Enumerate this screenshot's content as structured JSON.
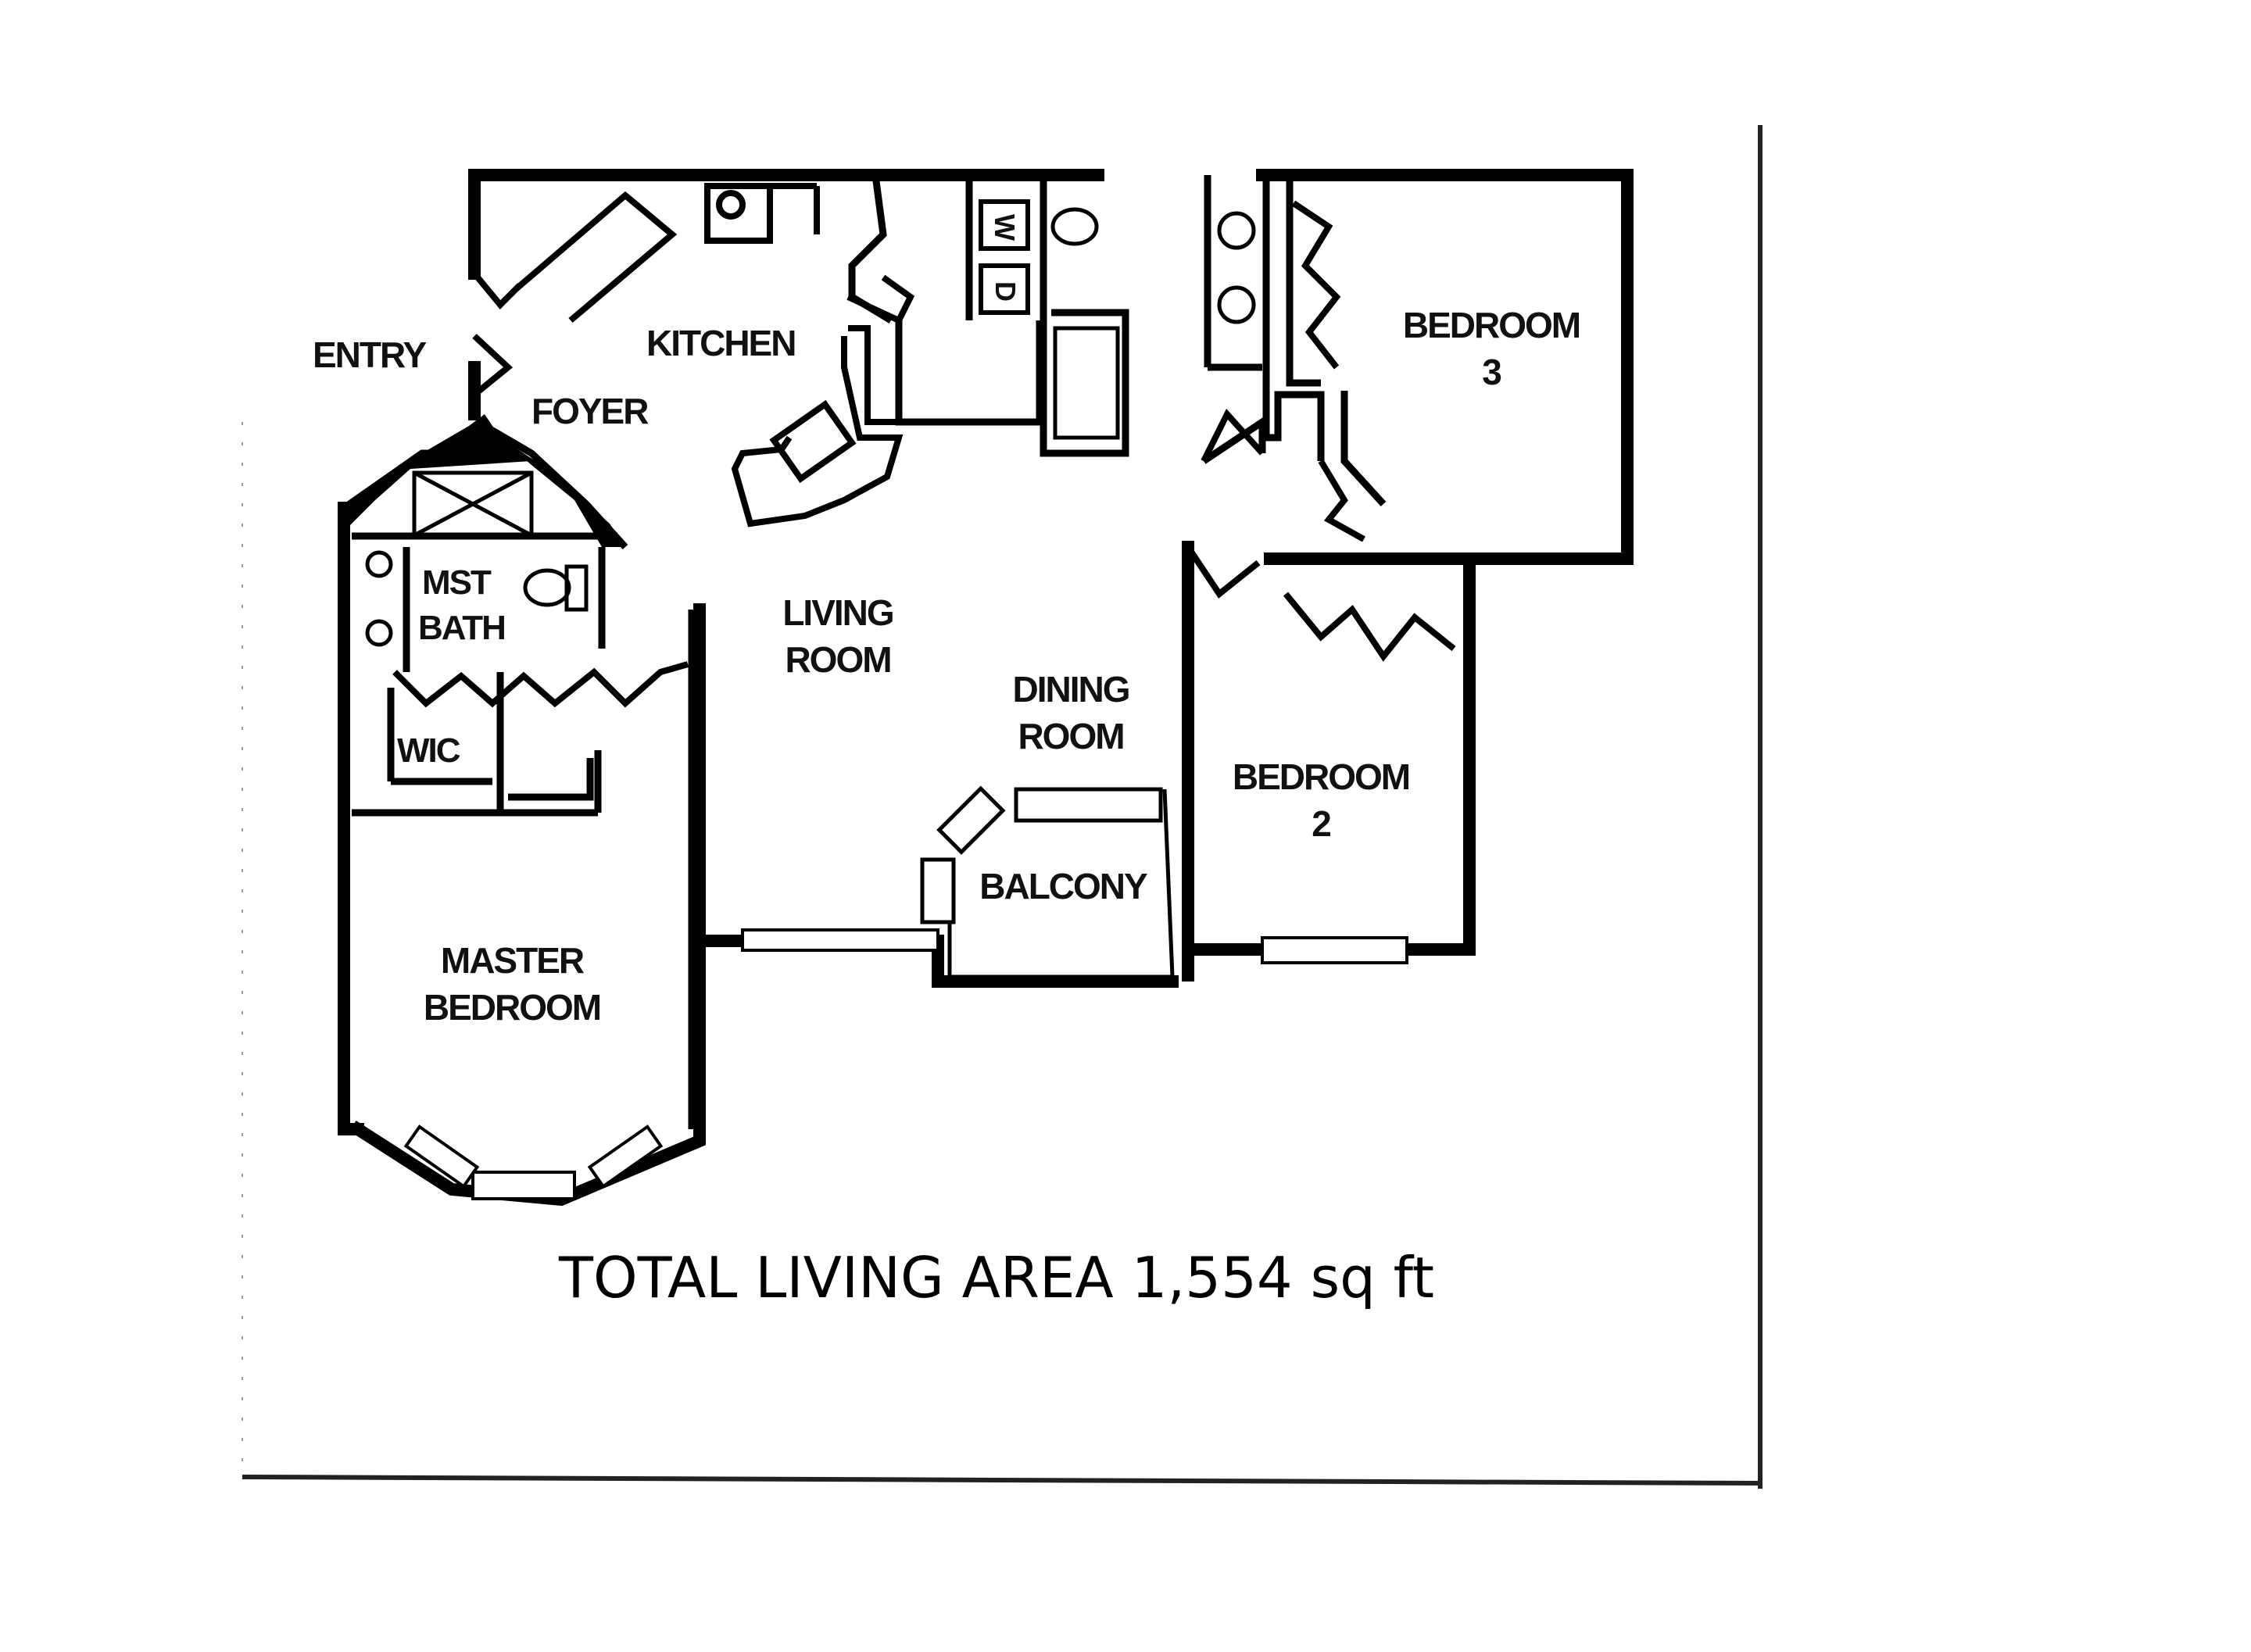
{
  "plan": {
    "total_area": "TOTAL LIVING AREA 1,554 sq ft",
    "rooms": {
      "entry": "ENTRY",
      "foyer": "FOYER",
      "kitchen": "KITCHEN",
      "bedroom3_line1": "BEDROOM",
      "bedroom3_line2": "3",
      "mst_bath_line1": "MST",
      "mst_bath_line2": "BATH",
      "wic": "WIC",
      "living_line1": "LIVING",
      "living_line2": "ROOM",
      "dining_line1": "DINING",
      "dining_line2": "ROOM",
      "bedroom2_line1": "BEDROOM",
      "bedroom2_line2": "2",
      "balcony": "BALCONY",
      "master_line1": "MASTER",
      "master_line2": "BEDROOM"
    },
    "appliances": {
      "washer": "W",
      "dryer": "D"
    }
  }
}
